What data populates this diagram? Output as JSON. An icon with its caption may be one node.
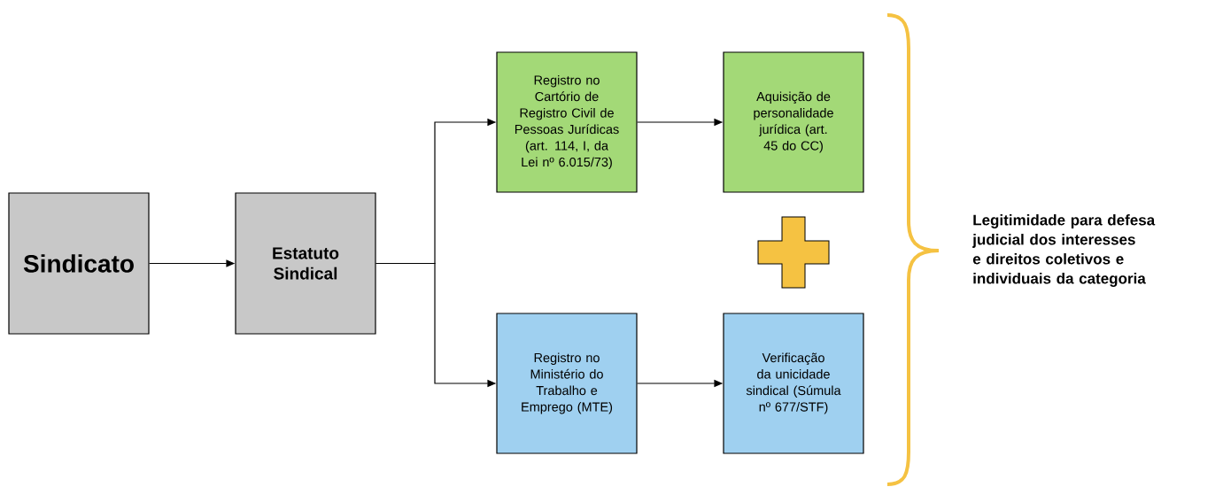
{
  "diagram": {
    "nodes": [
      {
        "text": [
          "Sindicato"
        ]
      },
      {
        "text": [
          "Estatuto Sindical"
        ]
      },
      {
        "text": [
          "Registro no Cartório de Registro Civil de Pessoas Jurídicas (art. 114, I, da Lei nº 6.015/73)"
        ]
      },
      {
        "text": [
          "Aquisição de personalidade jurídica (art. 45 do CC)"
        ]
      },
      {
        "text": [
          "Registro no Ministério do Trabalho e Emprego (MTE)"
        ]
      },
      {
        "text": [
          "Verificação da unicidade sindical (Súmula nº 677/STF)"
        ]
      },
      {
        "text": [],
        "shape": "plus"
      }
    ],
    "edges": [
      {
        "from": 0,
        "to": 1,
        "arrow": "to"
      },
      {
        "from": 1,
        "to": 2,
        "arrow": "to"
      },
      {
        "from": 1,
        "to": 4,
        "arrow": "to"
      },
      {
        "from": 2,
        "to": 3,
        "arrow": "to"
      },
      {
        "from": 4,
        "to": 5,
        "arrow": "to"
      }
    ],
    "labels": [
      "Legitimidade para defesa judicial dos interesses e direitos coletivos e individuais da categoria"
    ]
  }
}
